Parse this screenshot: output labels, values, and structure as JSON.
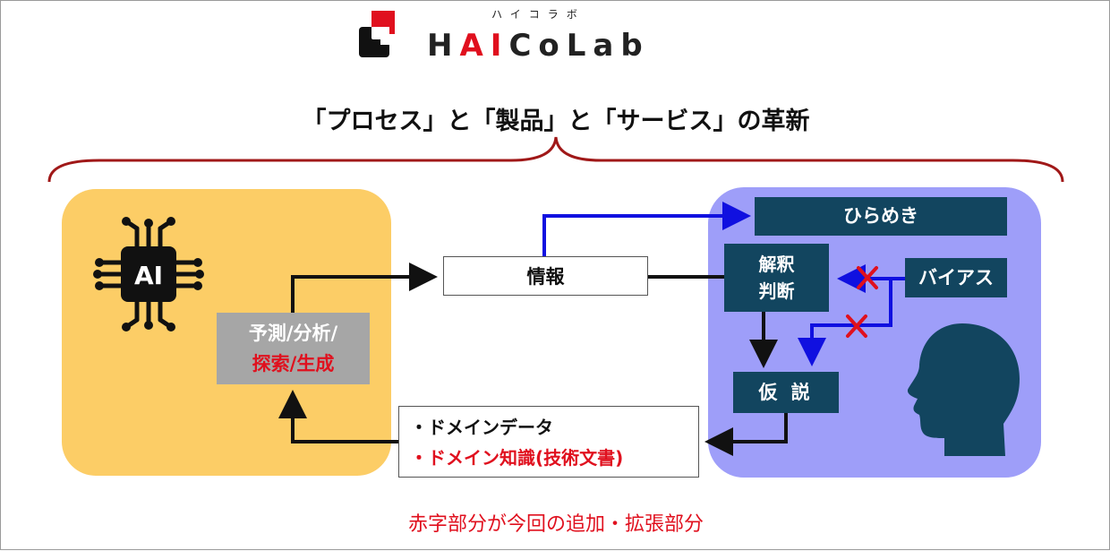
{
  "logo": {
    "ruby": "ハイコラボ",
    "text_part1": "H",
    "text_highlight": "AI",
    "text_part2": "CoLab"
  },
  "headline": "「プロセス」と「製品」と「サービス」の革新",
  "ai_panel": {
    "chip_label": "AI",
    "predict_line1": "予測/分析/",
    "predict_line2": "探索/生成"
  },
  "info_label": "情報",
  "domain_box": {
    "line1": "・ドメインデータ",
    "line2": "・ドメイン知識(技術文書)"
  },
  "human_panel": {
    "hirameki": "ひらめき",
    "kaishaku_line1": "解釈",
    "kaishaku_line2": "判断",
    "bias": "バイアス",
    "kasetsu": "仮 説"
  },
  "footnote": "赤字部分が今回の追加・拡張部分",
  "colors": {
    "accent_red": "#e0101e",
    "ai_panel": "#fccd66",
    "human_panel": "#9e9ef9",
    "dark_box": "#12455f",
    "blue_arrow": "#1010e0",
    "brace": "#a01818"
  }
}
